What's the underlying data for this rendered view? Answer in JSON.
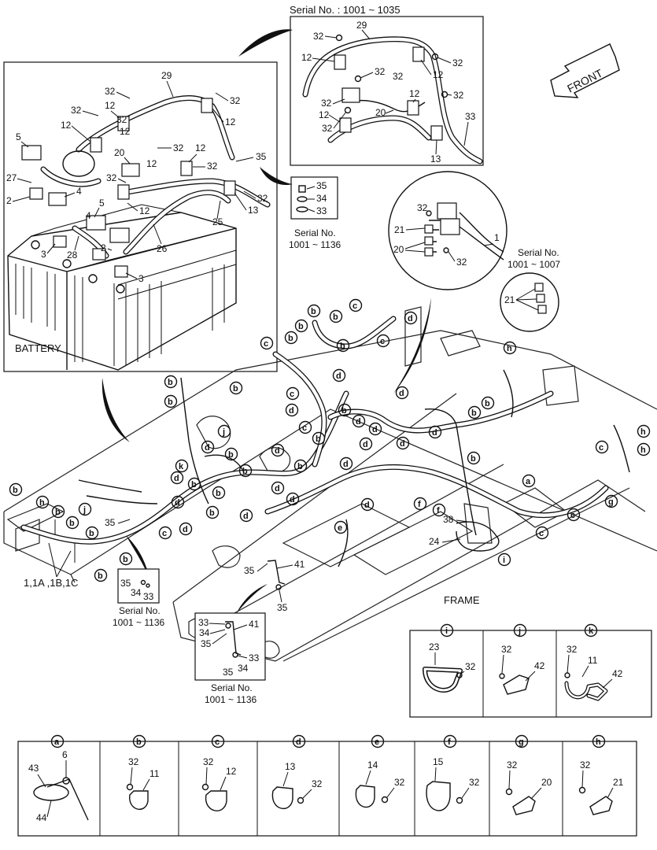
{
  "serial_top": "Serial No. : 1001 ~ 1035",
  "serial_right_bolt": "Serial No.\n1001 ~ 1136",
  "serial_right_bolt_lines": [
    "Serial No.",
    "1001 ~ 1136"
  ],
  "serial_connector_lines": [
    "Serial No.",
    "1001 ~ 1007"
  ],
  "serial_mid_lines": [
    "Serial No.",
    "1001 ~ 1136"
  ],
  "serial_low_lines": [
    "Serial No.",
    "1001 ~ 1136"
  ],
  "front_label": "FRONT",
  "battery_label": "BATTERY",
  "frame_label": "FRAME",
  "harness_label": "1,1A ,1B,1C",
  "callouts": {
    "n1": "1",
    "n2": "2",
    "n3": "3",
    "n4": "4",
    "n5": "5",
    "n6": "6",
    "n11": "11",
    "n12": "12",
    "n13": "13",
    "n14": "14",
    "n15": "15",
    "n20": "20",
    "n21": "21",
    "n23": "23",
    "n24": "24",
    "n25": "25",
    "n26": "26",
    "n27": "27",
    "n28": "28",
    "n29": "29",
    "n32": "32",
    "n33": "33",
    "n34": "34",
    "n35": "35",
    "n38": "38",
    "n41": "41",
    "n42": "42",
    "n43": "43",
    "n44": "44"
  },
  "letters": {
    "a": "a",
    "b": "b",
    "c": "c",
    "d": "d",
    "e": "e",
    "f": "f",
    "g": "g",
    "h": "h",
    "i": "i",
    "j": "j",
    "k": "k"
  },
  "detail_panels_top": [
    {
      "letter": "i",
      "parts": [
        "23",
        "32"
      ]
    },
    {
      "letter": "j",
      "parts": [
        "32",
        "42"
      ]
    },
    {
      "letter": "k",
      "parts": [
        "32",
        "11",
        "42"
      ]
    }
  ],
  "detail_panels_bottom": [
    {
      "letter": "a",
      "parts": [
        "6",
        "43",
        "44"
      ]
    },
    {
      "letter": "b",
      "parts": [
        "32",
        "11"
      ]
    },
    {
      "letter": "c",
      "parts": [
        "32",
        "12"
      ]
    },
    {
      "letter": "d",
      "parts": [
        "13",
        "32"
      ]
    },
    {
      "letter": "e",
      "parts": [
        "14",
        "32"
      ]
    },
    {
      "letter": "f",
      "parts": [
        "15",
        "32"
      ]
    },
    {
      "letter": "g",
      "parts": [
        "32",
        "20"
      ]
    },
    {
      "letter": "h",
      "parts": [
        "32",
        "21"
      ]
    }
  ]
}
